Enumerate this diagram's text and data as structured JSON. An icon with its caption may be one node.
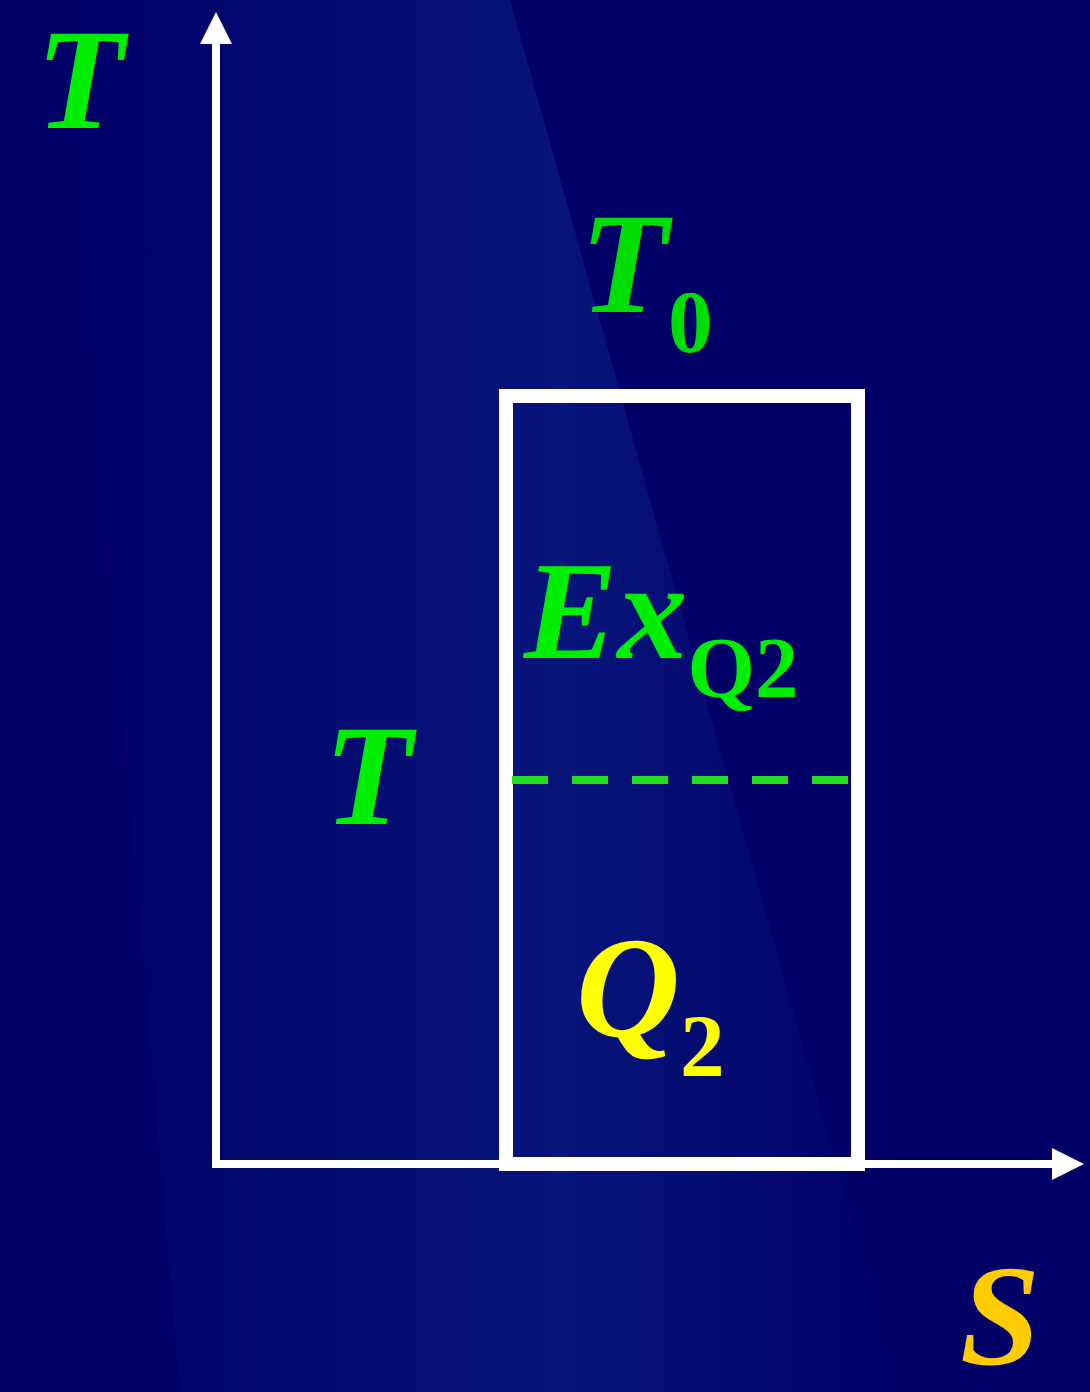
{
  "diagram": {
    "labels": [
      "T",
      "*T*$_{0}$",
      "*Ex*$_{Q2}$",
      "T",
      "*Q*$_{2}$",
      "S"
    ]
  }
}
